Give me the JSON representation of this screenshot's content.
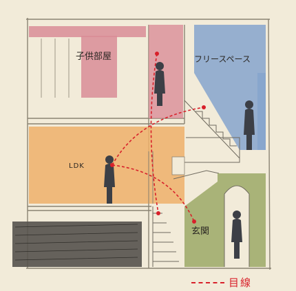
{
  "labels": {
    "child_room": "子供部屋",
    "free_space": "フリースペース",
    "ldk": "LDK",
    "entrance": "玄関"
  },
  "legend": {
    "label": "目線"
  },
  "colors": {
    "paper": "#f2ebd9",
    "child_room": "#d98d97",
    "free_space": "#86a5cc",
    "ldk": "#efb06a",
    "entrance": "#a1ad6d",
    "gaze_line": "#d8202a",
    "figure": "#3c3f46",
    "pencil": "#8a8373"
  },
  "icons": {
    "person": "person-silhouette-icon",
    "stairs": "stairs-icon",
    "arch": "arch-doorway-icon"
  }
}
